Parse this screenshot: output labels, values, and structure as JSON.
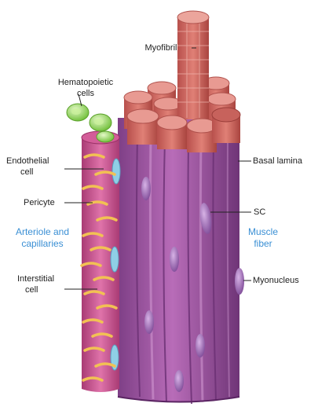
{
  "labels": {
    "myofibril": "Myofibril",
    "hematopoietic": [
      "Hematopoietic",
      "cells"
    ],
    "endothelial": [
      "Endothelial",
      "cell"
    ],
    "pericyte": "Pericyte",
    "arteriole": [
      "Arteriole and",
      "capillaries"
    ],
    "interstitial": [
      "Interstitial",
      "cell"
    ],
    "basal_lamina": "Basal lamina",
    "sc": "SC",
    "muscle_fiber": [
      "Muscle",
      "fiber"
    ],
    "myonucleus": "Myonucleus"
  },
  "colors": {
    "fiber": "#a85aa8",
    "fiber_dark": "#7e3f86",
    "fiber_light": "#c58bc6",
    "myofibril_side": "#d4706a",
    "myofibril_top": "#e89a92",
    "vessel": "#cc4f8f",
    "pericyte": "#f2c153",
    "endothelial_nucleus": "#8fcfe6",
    "hematopoietic": "#a8e06a",
    "label_blue": "#3a8fd4"
  }
}
